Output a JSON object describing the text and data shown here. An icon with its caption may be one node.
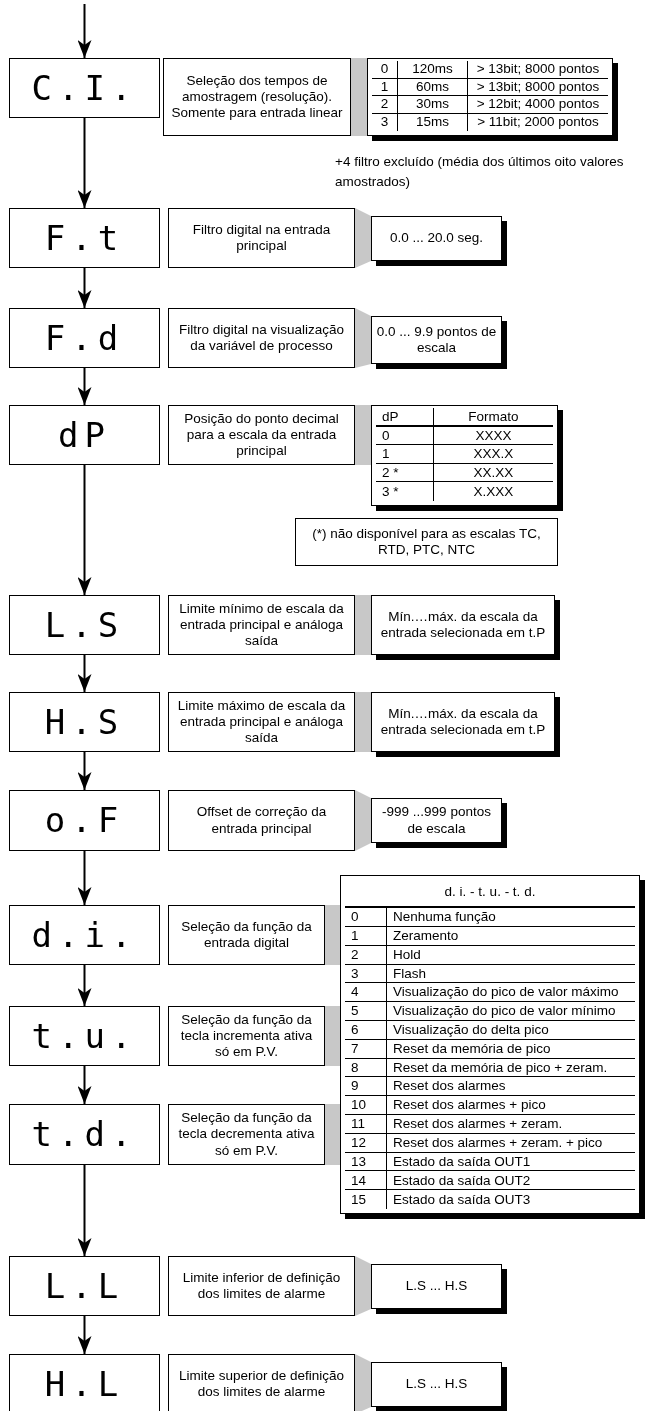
{
  "diagram": {
    "nodes": [
      {
        "text": [
          "C.I."
        ]
      },
      {
        "text": [
          "Seleção dos tempos de amostragem (resolução). Somente para entrada linear"
        ]
      },
      {
        "text": [
          "0",
          "120ms",
          "> 13bit; 8000 pontos",
          "1",
          "60ms",
          "> 13bit; 8000 pontos",
          "2",
          "30ms",
          "> 12bit; 4000 pontos",
          "3",
          "15ms",
          "> 11bit; 2000 pontos"
        ]
      },
      {
        "text": [
          "F.t"
        ]
      },
      {
        "text": [
          "Filtro digital na entrada principal"
        ]
      },
      {
        "text": [
          "0.0 ... 20.0 seg."
        ]
      },
      {
        "text": [
          "F.d"
        ]
      },
      {
        "text": [
          "Filtro digital na visualização da variável de processo"
        ]
      },
      {
        "text": [
          "0.0 ... 9.9 pontos de escala"
        ]
      },
      {
        "text": [
          "dP"
        ]
      },
      {
        "text": [
          "Posição do ponto decimal para a escala da entrada principal"
        ]
      },
      {
        "text": [
          "dP",
          "Formato",
          "0",
          "XXXX",
          "1",
          "XXX.X",
          "2 *",
          "XX.XX",
          "3 *",
          "X.XXX"
        ]
      },
      {
        "text": [
          "(*) não disponível para as escalas TC, RTD, PTC, NTC"
        ]
      },
      {
        "text": [
          "L.S"
        ]
      },
      {
        "text": [
          "Limite mínimo de escala da entrada principal e análoga saída"
        ]
      },
      {
        "text": [
          "Mín.…máx. da escala da entrada selecionada em t.P"
        ]
      },
      {
        "text": [
          "H.S"
        ]
      },
      {
        "text": [
          "Limite máximo de escala da entrada principal e análoga saída"
        ]
      },
      {
        "text": [
          "Mín.…máx. da escala da entrada selecionada em t.P"
        ]
      },
      {
        "text": [
          "o.F"
        ]
      },
      {
        "text": [
          "Offset de correção da entrada principal"
        ]
      },
      {
        "text": [
          "-999 ...999 pontos de escala"
        ]
      },
      {
        "text": [
          "d.i."
        ]
      },
      {
        "text": [
          "Seleção da função da entrada digital"
        ]
      },
      {
        "text": [
          "d. i. - t. u. - t. d.",
          "0",
          "Nenhuma função",
          "1",
          "Zeramento",
          "2",
          "Hold",
          "3",
          "Flash",
          "4",
          "Visualização do pico de valor máximo",
          "5",
          "Visualização do pico de valor mínimo",
          "6",
          "Visualização do delta pico",
          "7",
          "Reset da memória de pico",
          "8",
          "Reset da memória de pico + zeram.",
          "9",
          "Reset dos alarmes",
          "10",
          "Reset dos alarmes + pico",
          "11",
          "Reset dos alarmes + zeram.",
          "12",
          "Reset dos alarmes + zeram. + pico",
          "13",
          "Estado da saída OUT1",
          "14",
          "Estado da saída OUT2",
          "15",
          "Estado da saída OUT3"
        ]
      },
      {
        "text": [
          "t.u."
        ]
      },
      {
        "text": [
          "Seleção da função da tecla incrementa ativa só em P.V."
        ]
      },
      {
        "text": [
          "t.d."
        ]
      },
      {
        "text": [
          "Seleção da função da tecla decrementa ativa só em P.V."
        ]
      },
      {
        "text": [
          "L.L"
        ]
      },
      {
        "text": [
          "Limite inferior de definição dos limites de alarme"
        ]
      },
      {
        "text": [
          "L.S ... H.S"
        ]
      },
      {
        "text": [
          "H.L"
        ]
      },
      {
        "text": [
          "Limite superior de definição dos limites de alarme"
        ]
      },
      {
        "text": [
          "L.S ... H.S"
        ]
      }
    ],
    "edges": [
      {
        "from": null,
        "to": 0,
        "arrow": "to"
      },
      {
        "from": 0,
        "to": 3,
        "arrow": "to"
      },
      {
        "from": 3,
        "to": 6,
        "arrow": "to"
      },
      {
        "from": 6,
        "to": 9,
        "arrow": "to"
      },
      {
        "from": 9,
        "to": 13,
        "arrow": "to"
      },
      {
        "from": 13,
        "to": 16,
        "arrow": "to"
      },
      {
        "from": 16,
        "to": 19,
        "arrow": "to"
      },
      {
        "from": 19,
        "to": 22,
        "arrow": "to"
      },
      {
        "from": 22,
        "to": 25,
        "arrow": "to"
      },
      {
        "from": 25,
        "to": 27,
        "arrow": "to"
      },
      {
        "from": 27,
        "to": 29,
        "arrow": "to"
      },
      {
        "from": 29,
        "to": 32,
        "arrow": "to"
      }
    ],
    "labels": [
      "+4 filtro excluído (média dos últimos oito valores amostrados)"
    ]
  }
}
